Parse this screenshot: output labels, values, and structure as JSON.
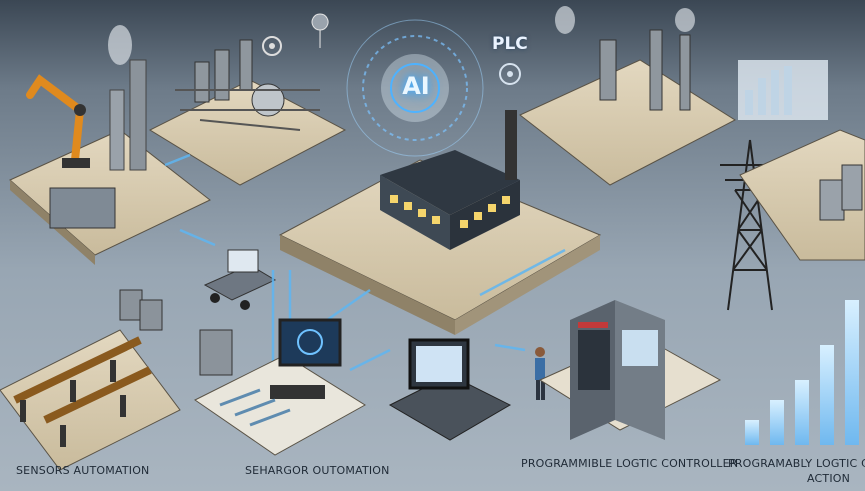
{
  "title": "PLC",
  "ai_badge": "AI",
  "labels": {
    "sensors": "SENSORS AUTOMATION",
    "sensor_automation": "SEHARGOR OUTOMATION",
    "plc": "PROGRAMMIBLE LOGTIC CONTROLLER",
    "action_line1": "PROGRAMABLY LOGTIC CONT",
    "action_line2": "ACTION"
  },
  "colors": {
    "background": "#98a6b3",
    "platform": "#d9cdb3",
    "accent_blue": "#4fb3ff",
    "robot_orange": "#e08a1e"
  }
}
